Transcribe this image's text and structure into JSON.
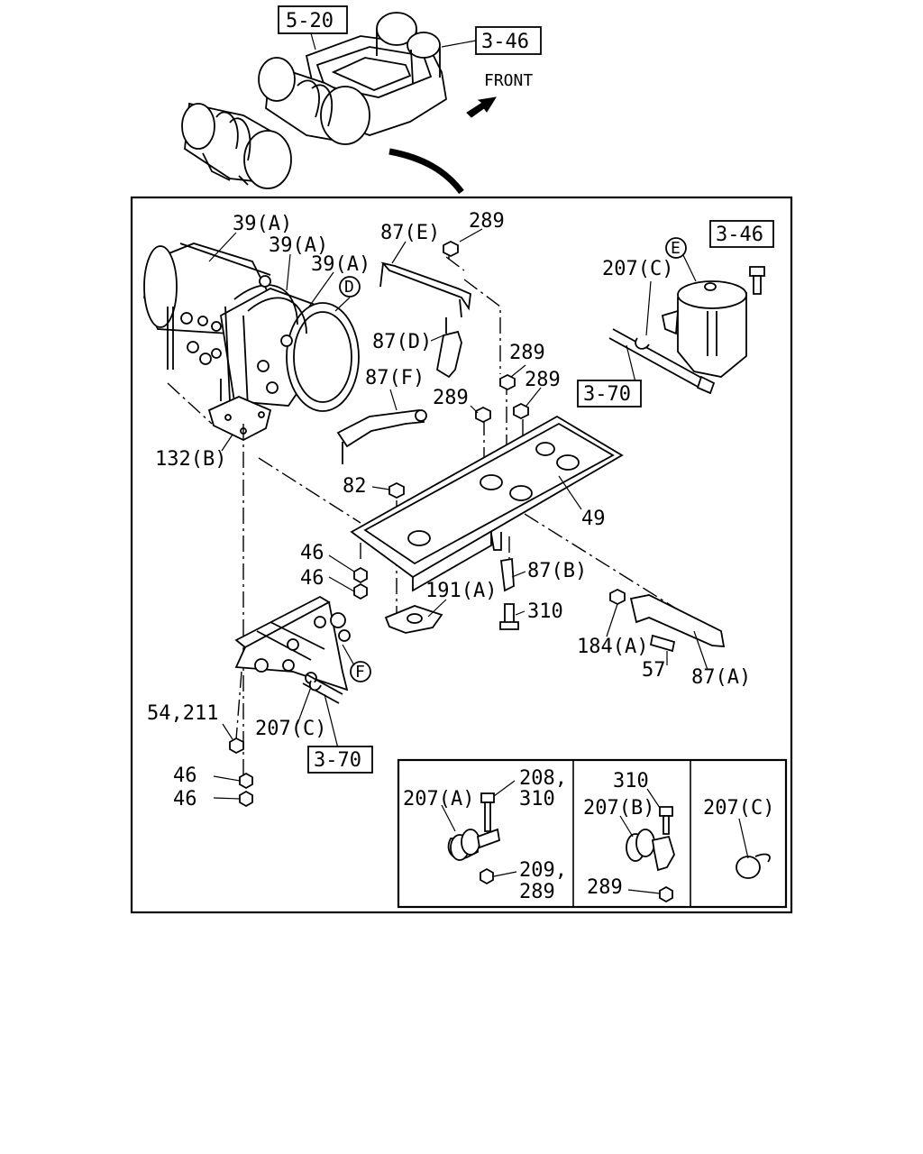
{
  "header": {
    "ref_top_left": "5-20",
    "ref_top_right": "3-46",
    "front_label": "FRONT"
  },
  "main": {
    "labels": {
      "tank_a1": "39(A)",
      "tank_a2": "39(A)",
      "tank_a3": "39(A)",
      "callout_d": "D",
      "bracket_e": "87(E)",
      "nut_289_top": "289",
      "bracket_d": "87(D)",
      "nut_289_a": "289",
      "nut_289_b": "289",
      "nut_289_c": "289",
      "bracket_f": "87(F)",
      "plate_132b": "132(B)",
      "nut_82": "82",
      "frame_49": "49",
      "nut_46_a": "46",
      "nut_46_b": "46",
      "plate_191a": "191(A)",
      "bracket_87b": "87(B)",
      "bolt_310": "310",
      "nut_184a": "184(A)",
      "bolt_57": "57",
      "bracket_87a": "87(A)",
      "clamp_207c_top": "207(C)",
      "callout_e": "E",
      "ref_3_46": "3-46",
      "ref_3_70_top": "3-70",
      "callout_f": "F",
      "nut_54_211": "54,211",
      "clamp_207c_mid": "207(C)",
      "ref_3_70_bottom": "3-70",
      "nut_46_c": "46",
      "nut_46_d": "46"
    }
  },
  "inset": {
    "panel1": {
      "clamp": "207(A)",
      "bolt_line1": "208,",
      "bolt_line2": "310",
      "nut_line1": "209,",
      "nut_line2": "289"
    },
    "panel2": {
      "bolt": "310",
      "clamp": "207(B)",
      "nut": "289"
    },
    "panel3": {
      "clamp": "207(C)"
    }
  }
}
